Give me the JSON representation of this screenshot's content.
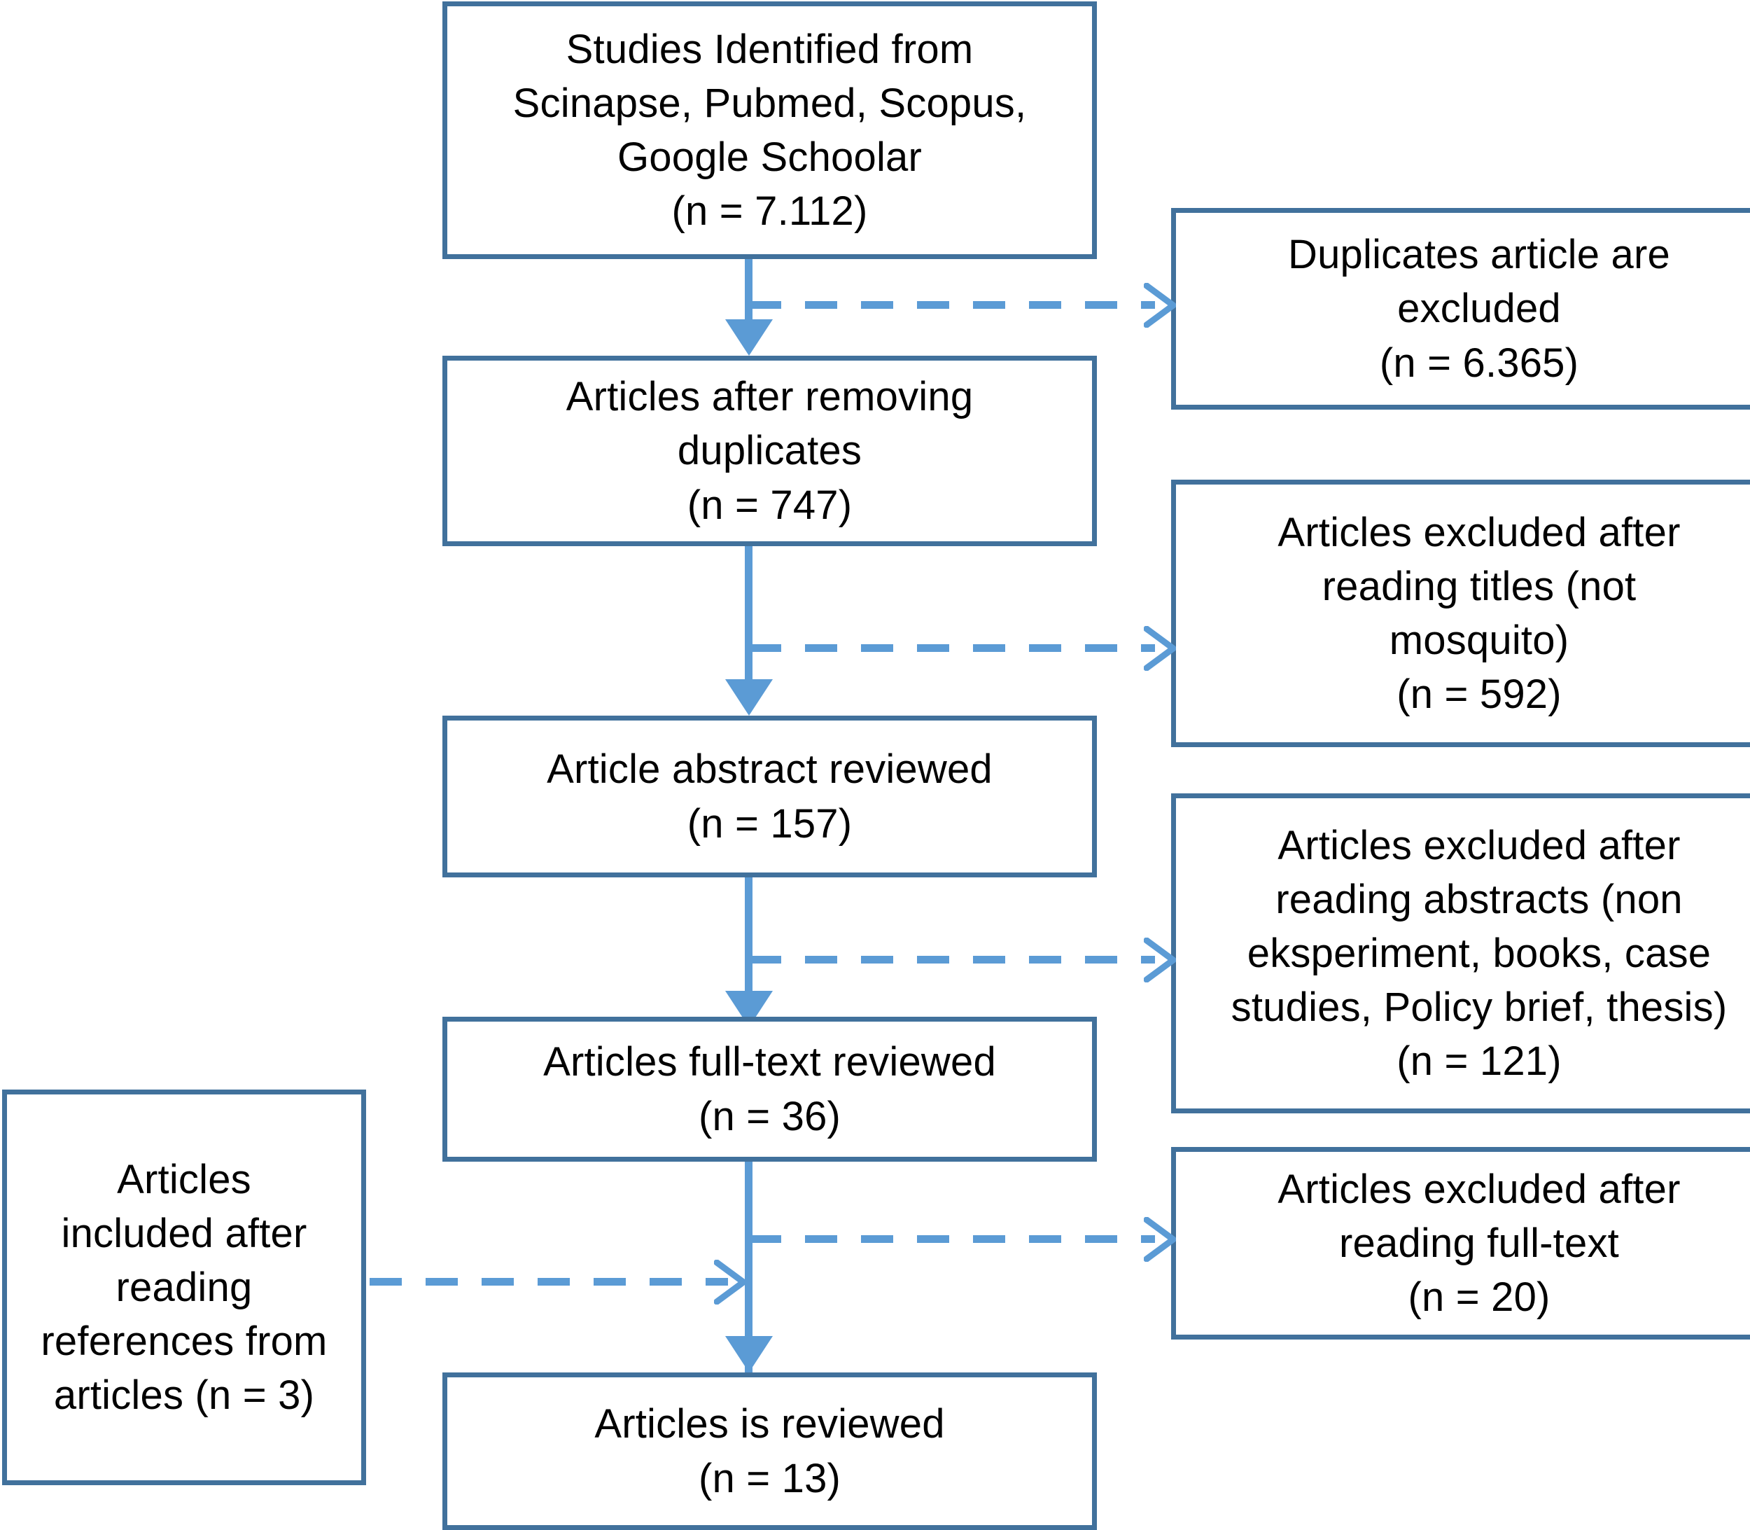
{
  "diagram": {
    "type": "prisma-flow-diagram",
    "colors": {
      "box_border": "#41719C",
      "connector": "#5B9BD5",
      "background": "#FFFFFF",
      "text": "#000000"
    },
    "main_flow": [
      {
        "id": "identified",
        "text": "Studies Identified from\nScinapse, Pubmed, Scopus,\nGoogle Schoolar\n(n = 7.112)",
        "count": "7.112"
      },
      {
        "id": "after-duplicates",
        "text": "Articles after removing\nduplicates\n(n = 747)",
        "count": "747"
      },
      {
        "id": "abstract-reviewed",
        "text": "Article abstract reviewed\n(n = 157)",
        "count": "157"
      },
      {
        "id": "fulltext-reviewed",
        "text": "Articles full-text reviewed\n(n = 36)",
        "count": "36"
      },
      {
        "id": "articles-reviewed",
        "text": "Articles is reviewed\n(n = 13)",
        "count": "13"
      }
    ],
    "excluded": [
      {
        "id": "duplicates-excluded",
        "text": "Duplicates article are\nexcluded\n(n = 6.365)",
        "count": "6.365"
      },
      {
        "id": "titles-excluded",
        "text": "Articles excluded after\nreading titles (not\nmosquito)\n(n = 592)",
        "count": "592"
      },
      {
        "id": "abstracts-excluded",
        "text": "Articles excluded after\nreading abstracts (non\neksperiment, books, case\nstudies, Policy brief, thesis)\n(n = 121)",
        "count": "121"
      },
      {
        "id": "fulltext-excluded",
        "text": "Articles excluded after\nreading full-text\n(n = 20)",
        "count": "20"
      }
    ],
    "included_side": {
      "id": "references-included",
      "text": "Articles\nincluded after\nreading\nreferences from\narticles (n = 3)",
      "count": "3"
    }
  }
}
